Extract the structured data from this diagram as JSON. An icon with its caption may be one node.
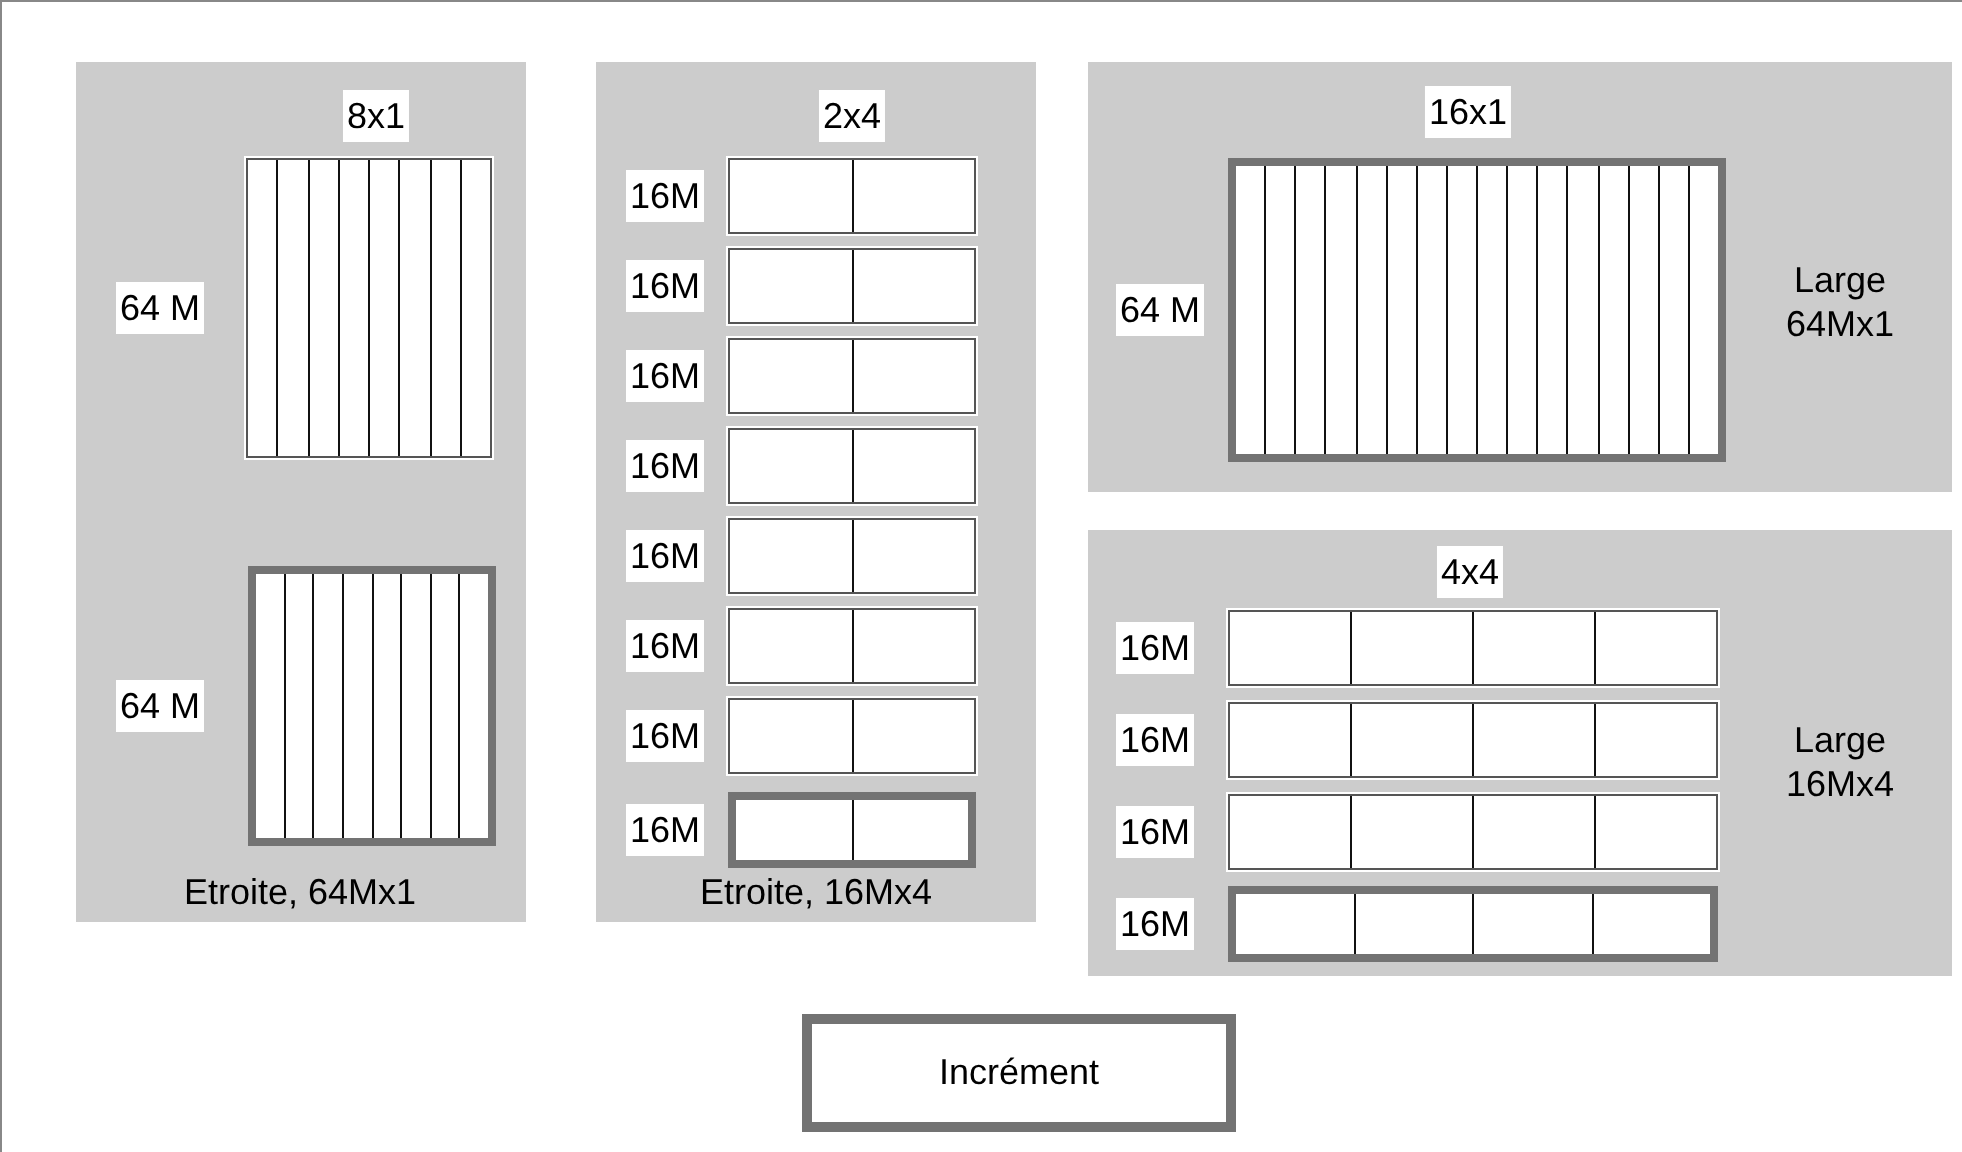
{
  "diagram": {
    "nodes": [
      {
        "text": [
          "8x1",
          "Etroite, 64Mx1"
        ]
      },
      {
        "text": [],
        "shape": "box",
        "in": 0,
        "beside": [
          "64 M"
        ]
      },
      {
        "text": [],
        "shape": "box",
        "in": 0,
        "beside": [
          "64 M"
        ]
      },
      {
        "text": [
          "2x4",
          "Etroite, 16Mx4"
        ]
      },
      {
        "text": [],
        "shape": "box",
        "in": 3,
        "beside": [
          "16M"
        ]
      },
      {
        "text": [],
        "shape": "box",
        "in": 3,
        "beside": [
          "16M"
        ]
      },
      {
        "text": [],
        "shape": "box",
        "in": 3,
        "beside": [
          "16M"
        ]
      },
      {
        "text": [],
        "shape": "box",
        "in": 3,
        "beside": [
          "16M"
        ]
      },
      {
        "text": [],
        "shape": "box",
        "in": 3,
        "beside": [
          "16M"
        ]
      },
      {
        "text": [],
        "shape": "box",
        "in": 3,
        "beside": [
          "16M"
        ]
      },
      {
        "text": [],
        "shape": "box",
        "in": 3,
        "beside": [
          "16M"
        ]
      },
      {
        "text": [],
        "shape": "box",
        "in": 3,
        "beside": [
          "16M"
        ]
      },
      {
        "text": [
          "16x1",
          "Large 64Mx1"
        ]
      },
      {
        "text": [],
        "shape": "box",
        "in": 12,
        "beside": [
          "64 M"
        ]
      },
      {
        "text": [
          "4x4",
          "Large 16Mx4"
        ]
      },
      {
        "text": [],
        "shape": "box",
        "in": 14,
        "beside": [
          "16M"
        ]
      },
      {
        "text": [],
        "shape": "box",
        "in": 14,
        "beside": [
          "16M"
        ]
      },
      {
        "text": [],
        "shape": "box",
        "in": 14,
        "beside": [
          "16M"
        ]
      },
      {
        "text": [],
        "shape": "box",
        "in": 14,
        "beside": [
          "16M"
        ]
      }
    ],
    "legend": [
      {
        "text": "Incrément"
      }
    ]
  }
}
